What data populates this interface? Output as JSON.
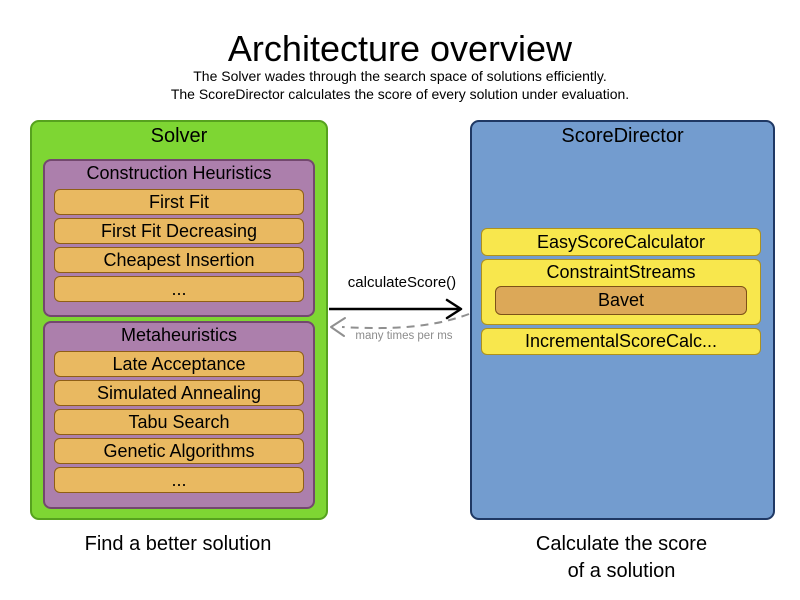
{
  "page": {
    "title": "Architecture overview",
    "subtitle_line1": "The Solver wades through the search space of solutions efficiently.",
    "subtitle_line2": "The ScoreDirector calculates the score of every solution under evaluation."
  },
  "solver": {
    "title": "Solver",
    "caption": "Find a better solution",
    "groups": [
      {
        "title": "Construction Heuristics",
        "items": [
          "First Fit",
          "First Fit Decreasing",
          "Cheapest Insertion",
          "..."
        ]
      },
      {
        "title": "Metaheuristics",
        "items": [
          "Late Acceptance",
          "Simulated Annealing",
          "Tabu Search",
          "Genetic Algorithms",
          "..."
        ]
      }
    ]
  },
  "score_director": {
    "title": "ScoreDirector",
    "caption_line1": "Calculate the score",
    "caption_line2": "of a solution",
    "calculators": [
      "EasyScoreCalculator",
      "ConstraintStreams",
      "IncrementalScoreCalc..."
    ],
    "constraint_streams_impl": "Bavet"
  },
  "interaction": {
    "call_label": "calculateScore()",
    "frequency_label": "many times per ms"
  },
  "colors": {
    "solver_fill": "#7ED633",
    "solver_border": "#56A21E",
    "phase_fill": "#AC7FAC",
    "phase_border": "#73486E",
    "algorithm_fill": "#E9B961",
    "algorithm_border": "#8F5F16",
    "score_director_fill": "#739CCF",
    "score_director_border": "#1F3864",
    "calculator_fill": "#F8E74D",
    "calculator_border": "#AE911C",
    "bavet_fill": "#DCA858",
    "arrow_black": "#000000",
    "arrow_gray": "#909090"
  }
}
